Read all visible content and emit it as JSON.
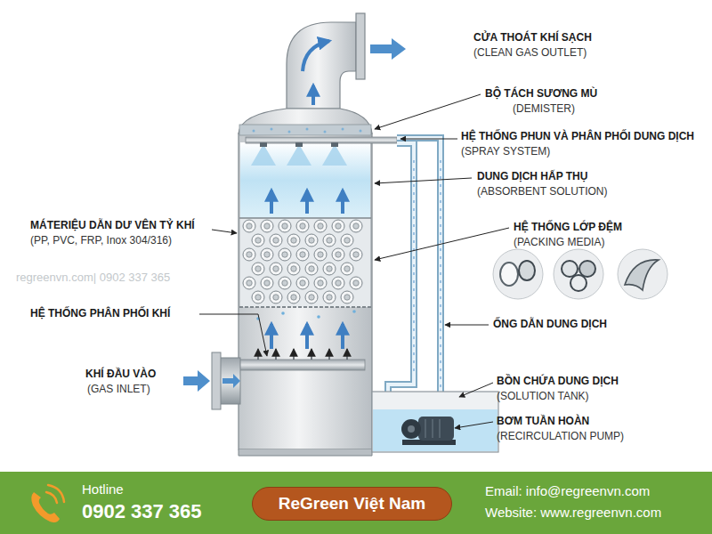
{
  "diagram": {
    "nodes": [
      {
        "text": [
          "Hotline",
          "0902 337 365",
          "Email: info@regreenvn.com",
          "Website: www.regreenvn.com"
        ]
      },
      {
        "text": [
          "ReGreen Việt Nam"
        ],
        "in": 0
      }
    ],
    "labels": [
      "CỬA THOÁT KHÍ SẠCH",
      "(CLEAN GAS OUTLET)",
      "BỘ TÁCH SƯƠNG MÙ",
      "(DEMISTER)",
      "HỆ THỐNG PHUN VÀ PHÂN PHỐI DUNG DỊCH",
      "(SPRAY SYSTEM)",
      "DUNG DỊCH HẤP THỤ",
      "(ABSORBENT SOLUTION)",
      "HỆ THỐNG LỚP ĐỆM",
      "(PACKING MEDIA)",
      "ỐNG DẪN DUNG DỊCH",
      "BỒN CHỨA DUNG DỊCH",
      "(SOLUTION TANK)",
      "BƠM TUẦN HOÀN",
      "(RECIRCULATION PUMP)",
      "MÁTERIỆU DẪN DƯ VÊN TỶ KHÍ",
      "(PP, PVC, FRP, Inox 304/316)",
      "HỆ THỐNG PHÂN PHỐI KHÍ",
      "KHÍ ĐẦU VÀO",
      "(GAS INLET)",
      "regreenvn.com| 0902 337 365"
    ]
  }
}
